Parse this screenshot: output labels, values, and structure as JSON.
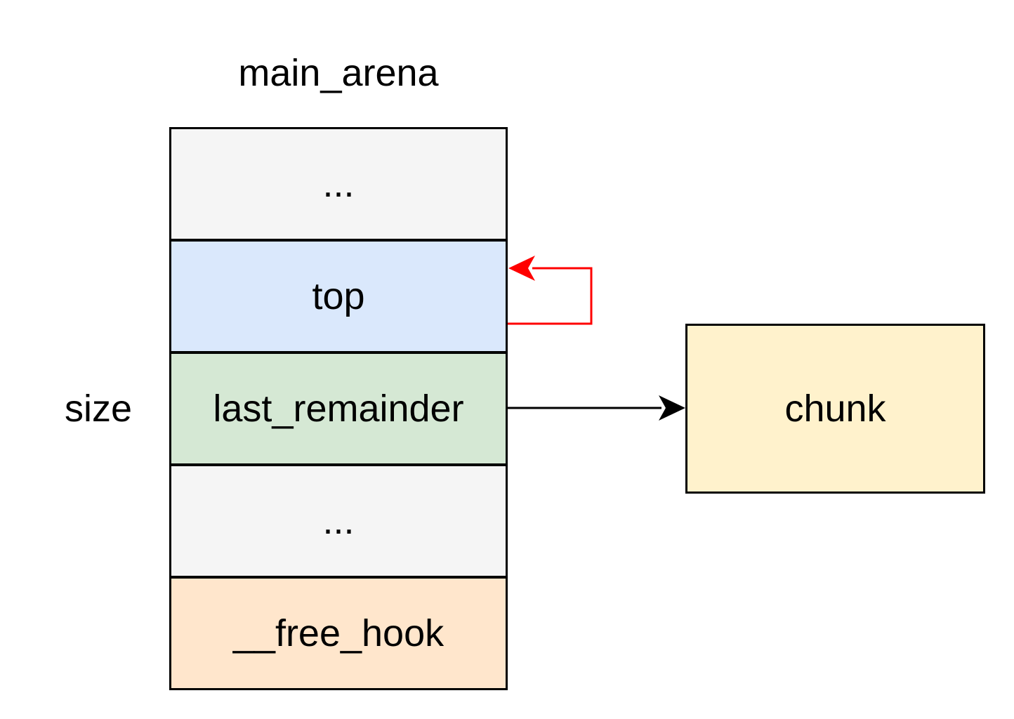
{
  "diagram": {
    "title": "main_arena",
    "side_label": "size",
    "cells": [
      {
        "label": "...",
        "fill": "#f5f5f5"
      },
      {
        "label": "top",
        "fill": "#dae8fc"
      },
      {
        "label": "last_remainder",
        "fill": "#d5e8d4"
      },
      {
        "label": "...",
        "fill": "#f5f5f5"
      },
      {
        "label": "__free_hook",
        "fill": "#ffe6cc"
      }
    ],
    "chunk": {
      "label": "chunk",
      "fill": "#fff2cc"
    },
    "colors": {
      "self_loop_arrow": "#ff0000",
      "pointer_arrow": "#000000",
      "border": "#000000"
    }
  }
}
